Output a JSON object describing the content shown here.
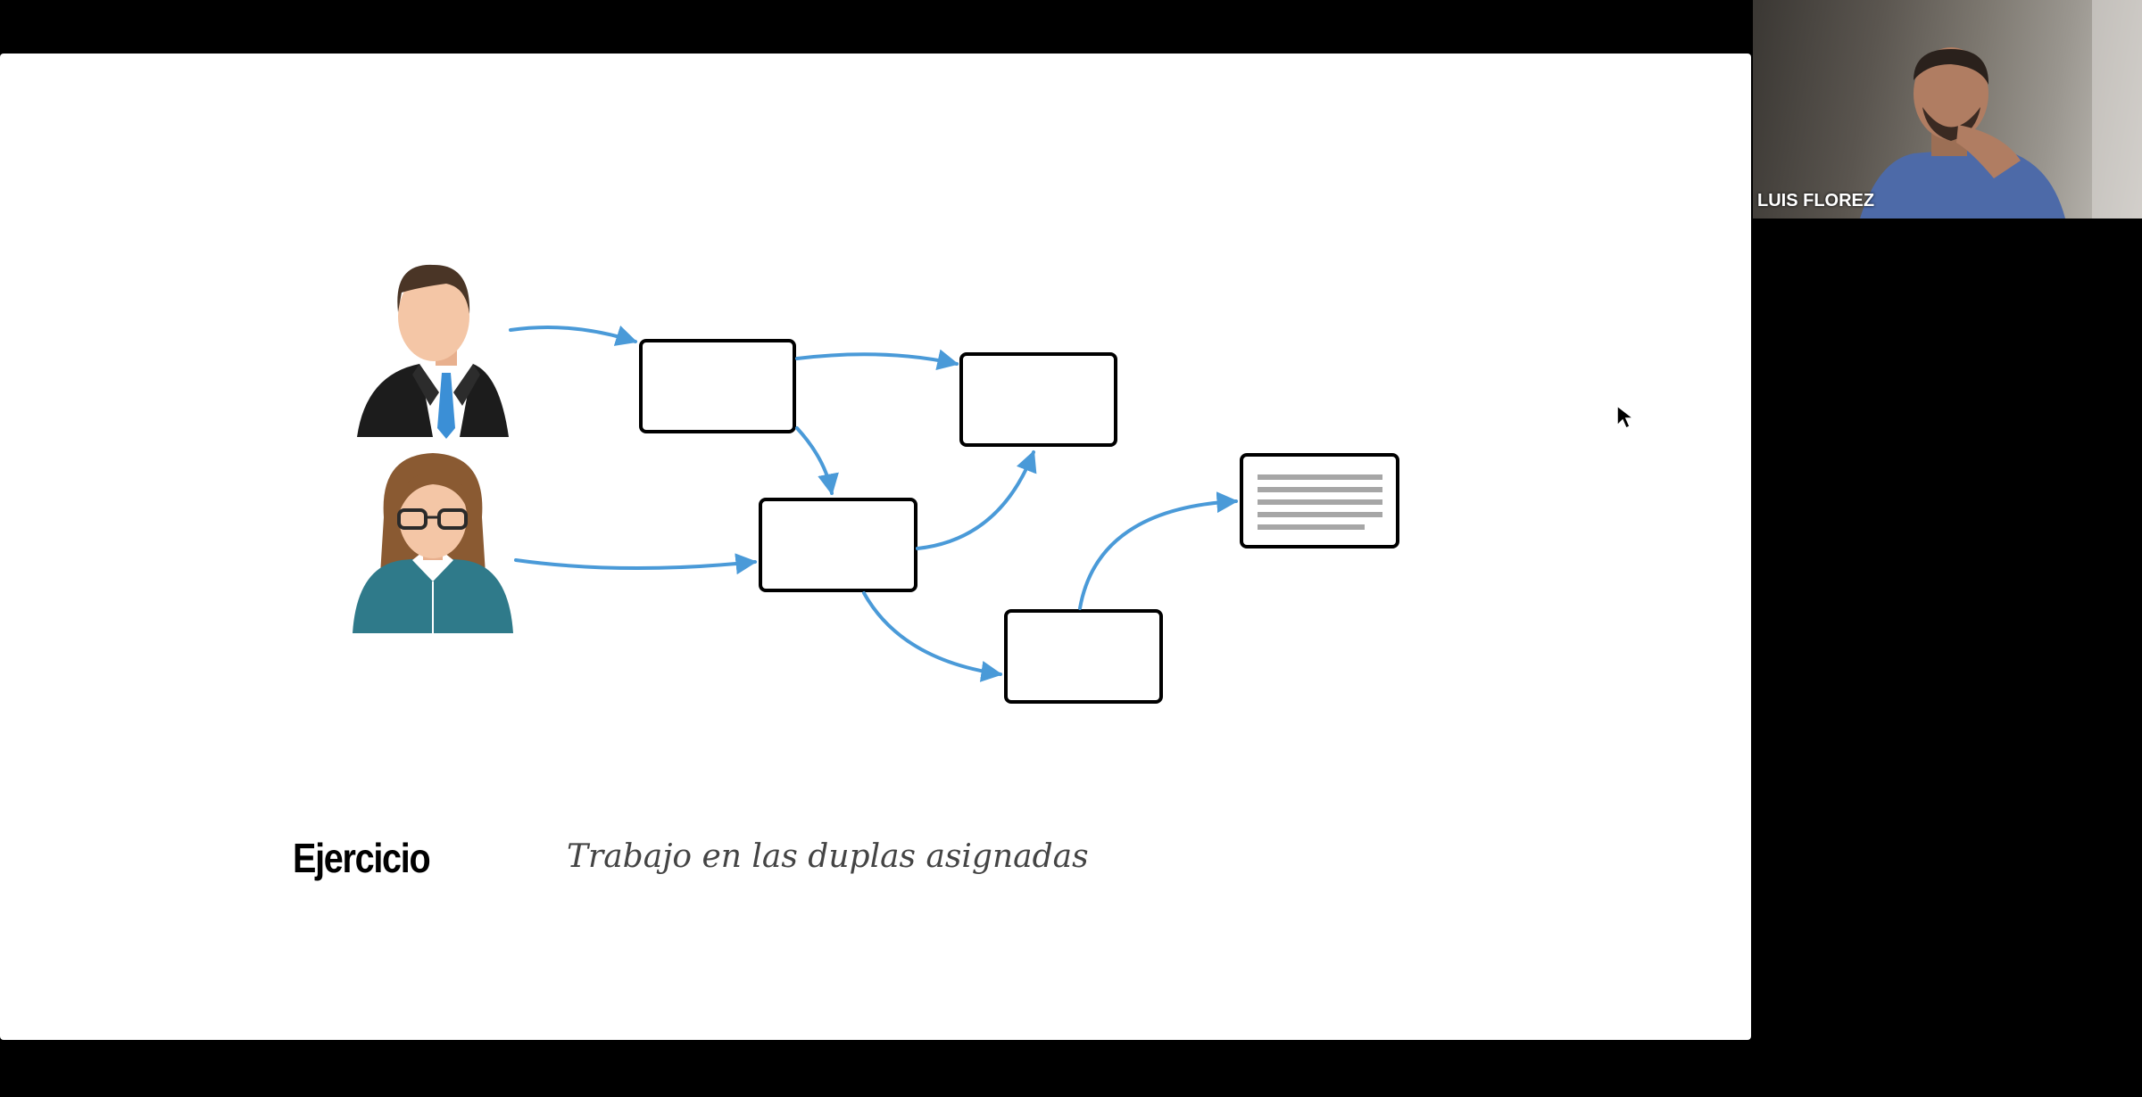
{
  "slide": {
    "title": "Ejercicio",
    "subtitle": "Trabajo en las duplas asignadas"
  },
  "video": {
    "participant_name": "LUIS FLOREZ"
  },
  "colors": {
    "arrow": "#4a9ad8",
    "box_border": "#000000",
    "document_lines": "#a6a6a6"
  },
  "icons": [
    "businessman-icon",
    "businesswoman-icon",
    "document-icon",
    "mouse-pointer-icon"
  ]
}
